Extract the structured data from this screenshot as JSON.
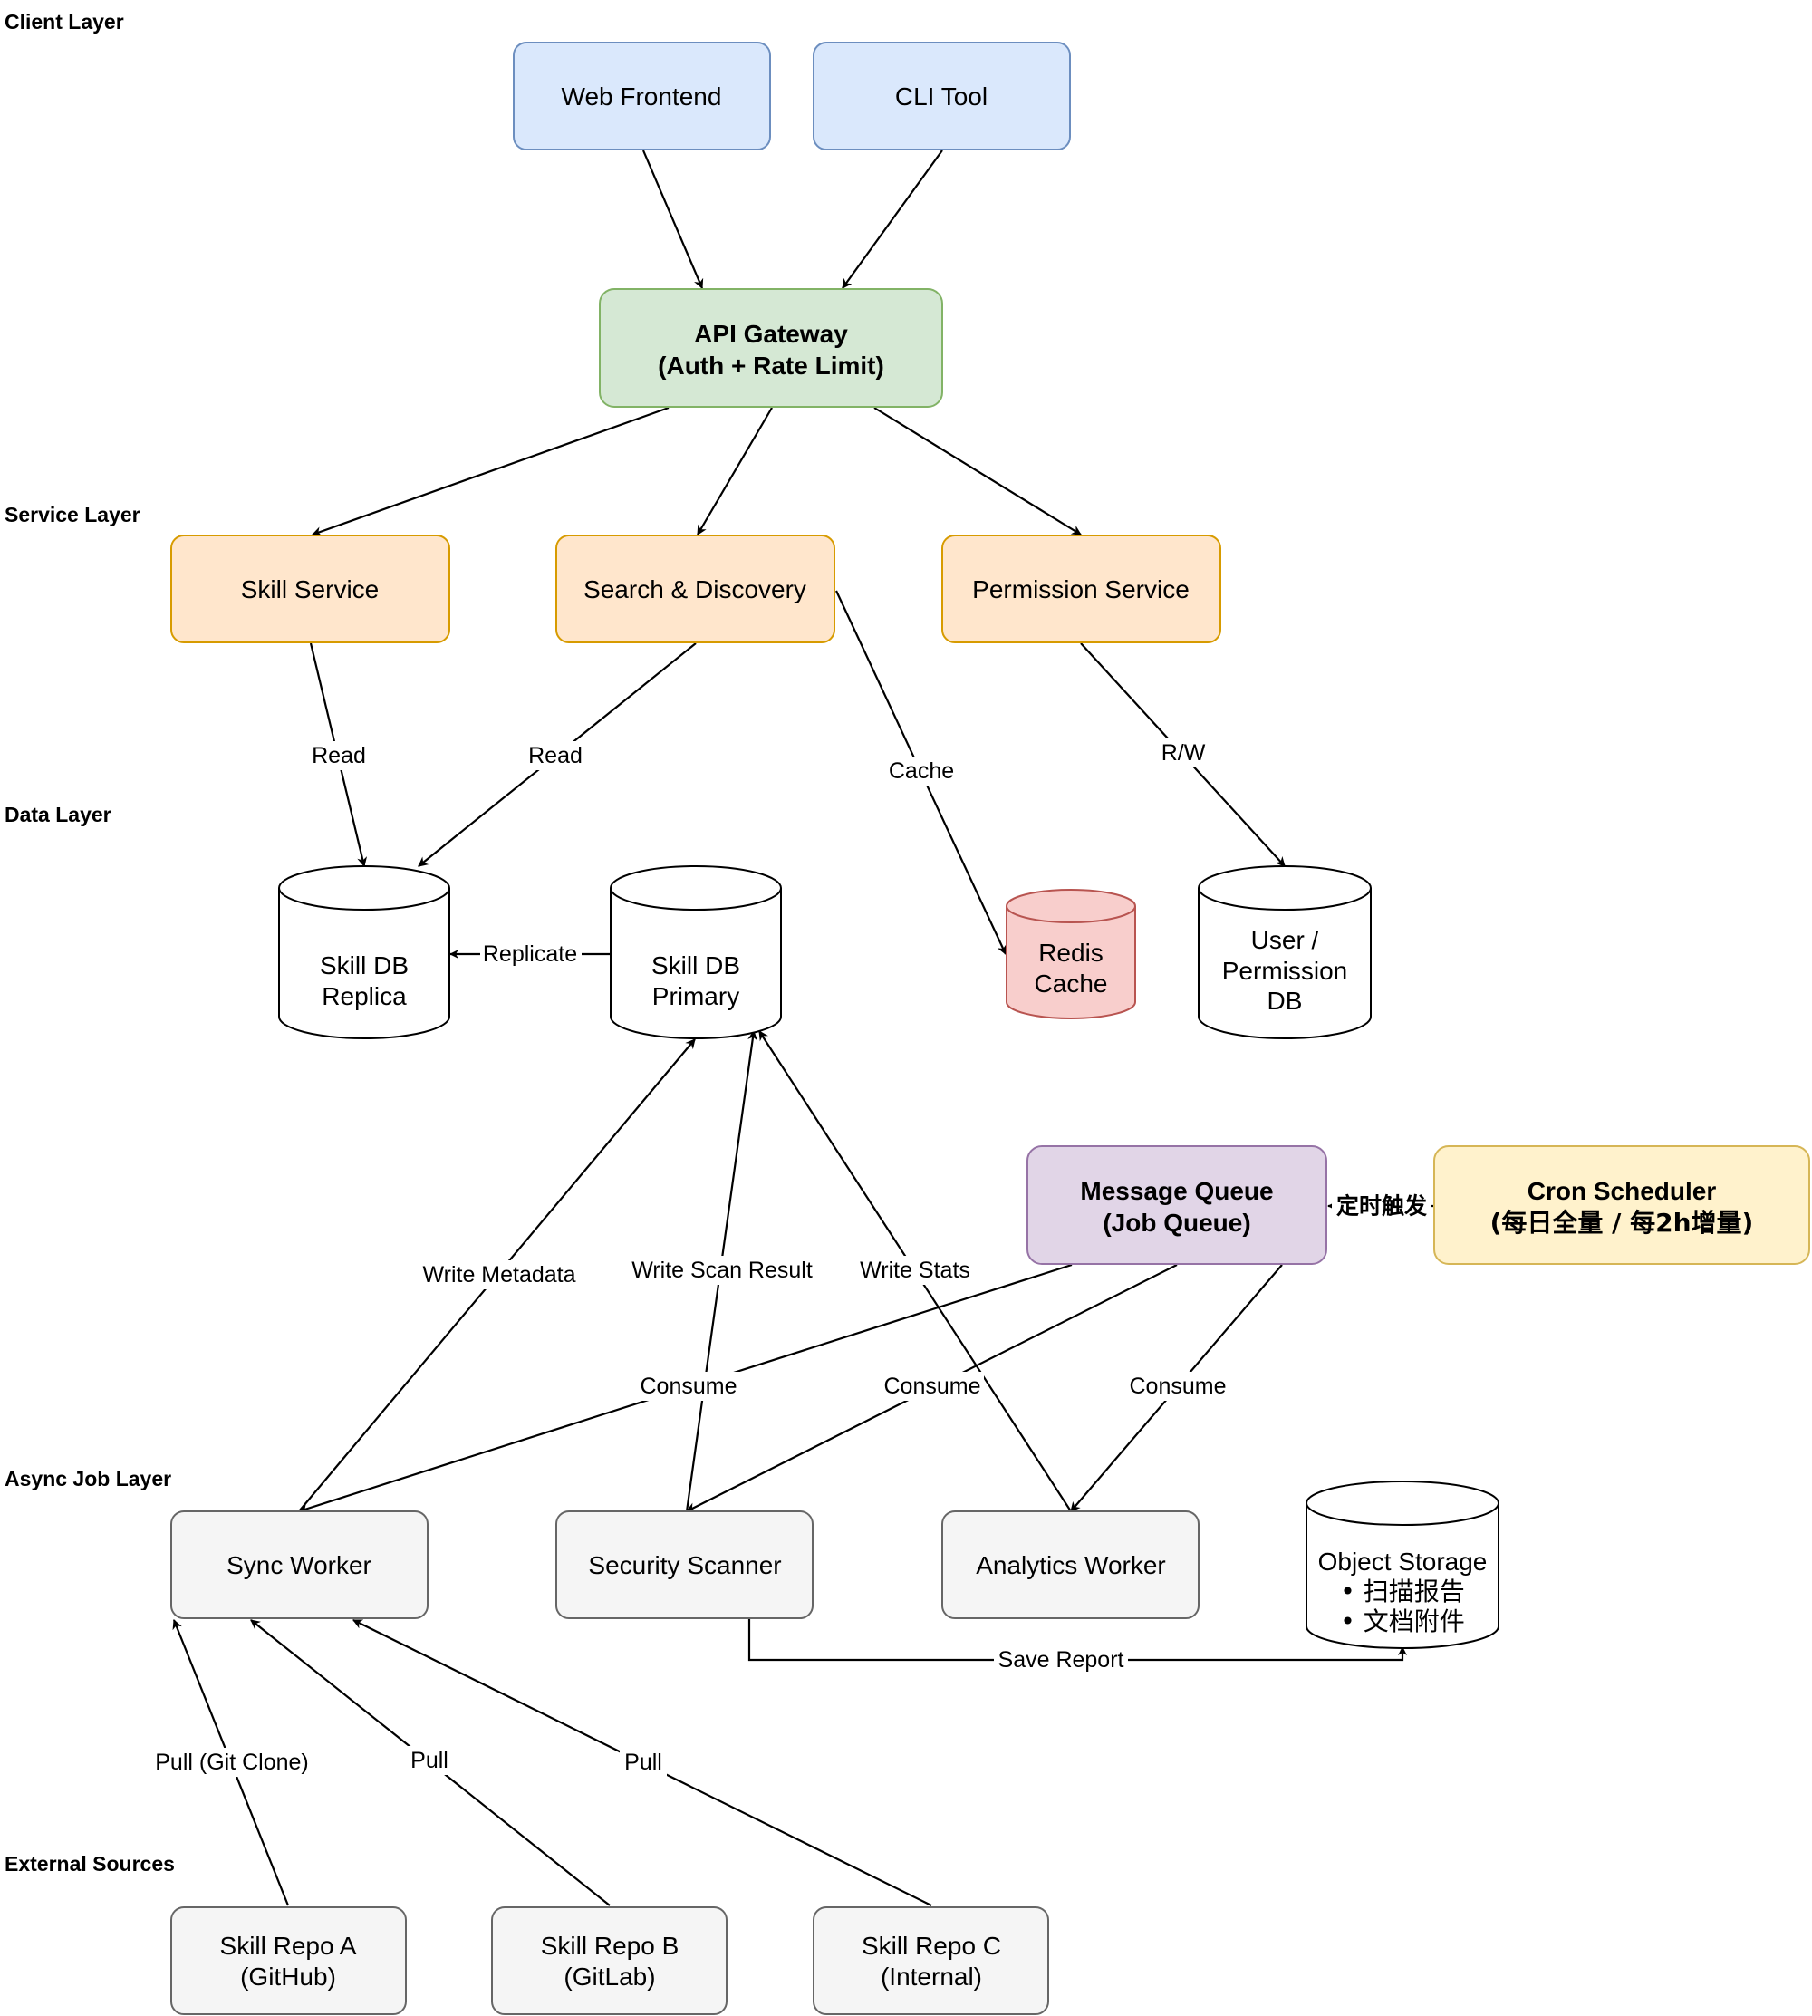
{
  "layers": {
    "client": "Client Layer",
    "service": "Service Layer",
    "data": "Data Layer",
    "async": "Async Job Layer",
    "external": "External Sources"
  },
  "colors": {
    "client_fill": "#dae8fc",
    "client_stroke": "#6c8ebf",
    "gateway_fill": "#d5e8d4",
    "gateway_stroke": "#82b366",
    "service_fill": "#ffe6cc",
    "service_stroke": "#d79b00",
    "redis_fill": "#f8cecc",
    "redis_stroke": "#b85450",
    "queue_fill": "#e1d5e7",
    "queue_stroke": "#9673a6",
    "cron_fill": "#fff2cc",
    "cron_stroke": "#d6b656",
    "worker_fill": "#f5f5f5",
    "worker_stroke": "#666666",
    "db_fill": "#ffffff",
    "db_stroke": "#000000"
  },
  "nodes": {
    "web_frontend": [
      "Web Frontend"
    ],
    "cli_tool": [
      "CLI Tool"
    ],
    "api_gateway": [
      "API Gateway",
      "(Auth + Rate Limit)"
    ],
    "skill_service": [
      "Skill Service"
    ],
    "search_discovery": [
      "Search & Discovery"
    ],
    "permission_service": [
      "Permission Service"
    ],
    "skill_db_replica": [
      "Skill DB",
      "Replica"
    ],
    "skill_db_primary": [
      "Skill DB",
      "Primary"
    ],
    "redis_cache": [
      "Redis",
      "Cache"
    ],
    "user_permission_db": [
      "User /",
      "Permission",
      "DB"
    ],
    "message_queue": [
      "Message Queue",
      "(Job Queue)"
    ],
    "cron_scheduler": [
      "Cron Scheduler",
      "(每日全量 / 每2h增量)"
    ],
    "sync_worker": [
      "Sync Worker"
    ],
    "security_scanner": [
      "Security Scanner"
    ],
    "analytics_worker": [
      "Analytics Worker"
    ],
    "object_storage": [
      "Object Storage",
      "• 扫描报告",
      "• 文档附件"
    ],
    "skill_repo_a": [
      "Skill Repo A",
      "(GitHub)"
    ],
    "skill_repo_b": [
      "Skill Repo B",
      "(GitLab)"
    ],
    "skill_repo_c": [
      "Skill Repo C",
      "(Internal)"
    ]
  },
  "edge_labels": {
    "skill_read": "Read",
    "search_read": "Read",
    "cache": "Cache",
    "rw": "R/W",
    "replicate": "Replicate",
    "write_metadata": "Write Metadata",
    "write_scan_result": "Write Scan Result",
    "write_stats": "Write Stats",
    "cron_trigger": "定时触发",
    "consume_sync": "Consume",
    "consume_scanner": "Consume",
    "consume_analytics": "Consume",
    "save_report": "Save Report",
    "pull_git_clone": "Pull (Git Clone)",
    "pull_b": "Pull",
    "pull_c": "Pull"
  }
}
